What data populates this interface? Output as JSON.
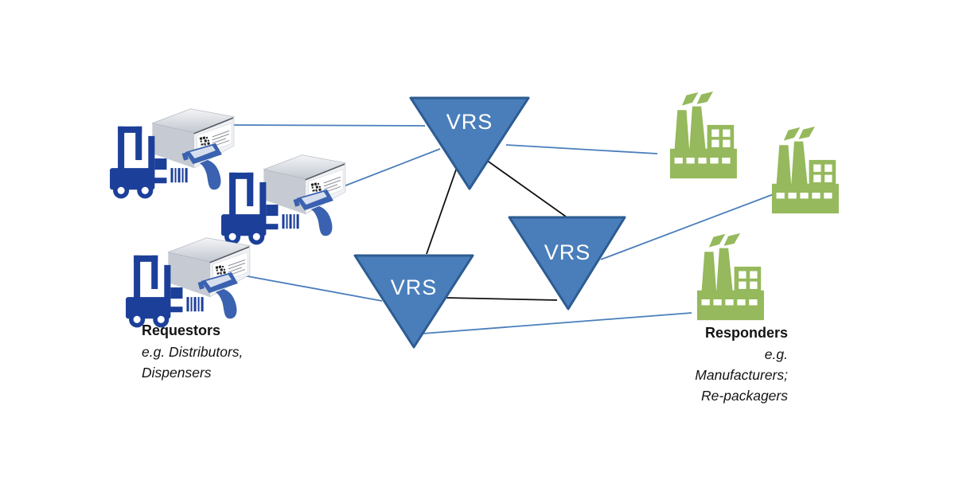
{
  "diagram": {
    "type": "network-diagram",
    "vrs_nodes": [
      {
        "id": "vrs-top",
        "label": "VRS"
      },
      {
        "id": "vrs-right",
        "label": "VRS"
      },
      {
        "id": "vrs-bottom",
        "label": "VRS"
      }
    ],
    "requestors": {
      "title": "Requestors",
      "subtitle_lines": [
        "e.g. Distributors,",
        "Dispensers"
      ],
      "group_count": 3,
      "icons": [
        "forklift-icon",
        "package-box-icon",
        "barcode-scanner-icon",
        "barcode-icon"
      ]
    },
    "responders": {
      "title": "Responders",
      "subtitle_lines": [
        "e.g.",
        "Manufacturers;",
        "Re-packagers"
      ],
      "group_count": 3,
      "icons": [
        "factory-icon"
      ]
    },
    "connections": {
      "requestor_to_vrs": 3,
      "vrs_to_vrs": 3,
      "vrs_to_responder": 3
    },
    "colors": {
      "vrs_fill": "#4a7ebb",
      "vrs_border": "#2d5c92",
      "vrs_label_text": "#ffffff",
      "requestor_navy": "#1c3f99",
      "scanner_blue": "#3a62b0",
      "responder_green": "#95b95c",
      "link_blue": "#4a7ebb",
      "link_black": "#111111",
      "label_text": "#141414",
      "background": "#ffffff"
    }
  }
}
